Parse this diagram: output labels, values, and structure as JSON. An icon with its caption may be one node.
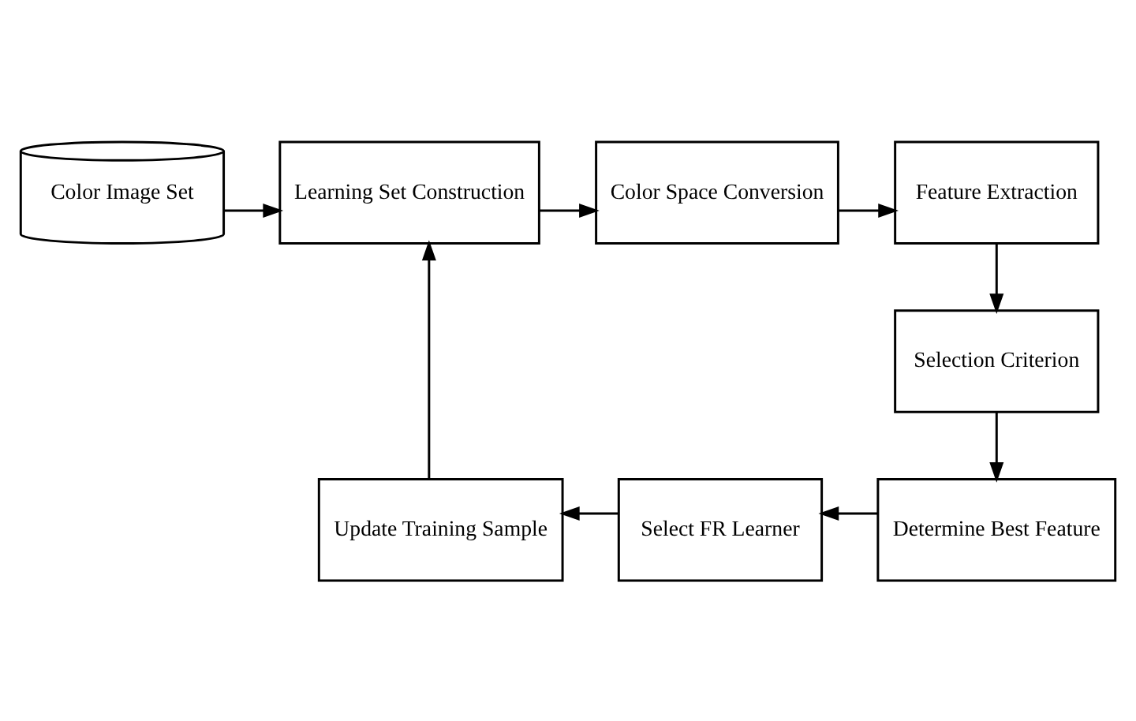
{
  "diagram": {
    "nodes": [
      {
        "text": [
          "Color Image Set"
        ]
      },
      {
        "text": [
          "Learning Set Construction"
        ]
      },
      {
        "text": [
          "Color Space Conversion"
        ]
      },
      {
        "text": [
          "Feature Extraction"
        ]
      },
      {
        "text": [
          "Selection Criterion"
        ]
      },
      {
        "text": [
          "Determine Best Feature"
        ]
      },
      {
        "text": [
          "Select FR Learner"
        ]
      },
      {
        "text": [
          "Update Training Sample"
        ]
      }
    ],
    "edges": [
      {
        "from": 0,
        "to": 1,
        "arrow": "to"
      },
      {
        "from": 1,
        "to": 2,
        "arrow": "to"
      },
      {
        "from": 2,
        "to": 3,
        "arrow": "to"
      },
      {
        "from": 3,
        "to": 4,
        "arrow": "to"
      },
      {
        "from": 4,
        "to": 5,
        "arrow": "to"
      },
      {
        "from": 5,
        "to": 6,
        "arrow": "to"
      },
      {
        "from": 6,
        "to": 7,
        "arrow": "to"
      },
      {
        "from": 7,
        "to": 1,
        "arrow": "to"
      }
    ]
  }
}
